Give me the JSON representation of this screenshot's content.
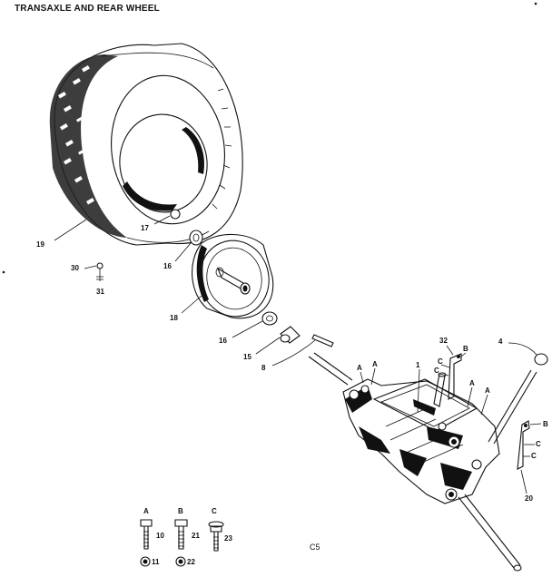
{
  "diagram": {
    "title": "TRANSAXLE AND REAR WHEEL",
    "footer_code": "C5",
    "callouts": {
      "tire": "19",
      "valve": "17",
      "bearing_outer": "16",
      "rim": "18",
      "bearing_inner": "16",
      "spacer": "15",
      "key": "8",
      "screw_30": "30",
      "screw_31": "31",
      "bracket_32": "32",
      "cap": "4",
      "transaxle": "1",
      "bracket_20": "20"
    },
    "letters": {
      "a1": "A",
      "a2": "A",
      "a3": "A",
      "a4": "A",
      "b1": "B",
      "b2": "B",
      "c1": "C",
      "c2": "C",
      "c3": "C",
      "c4": "C"
    },
    "hardware_legend": [
      {
        "letter": "A",
        "bolt": "10",
        "washer": "11"
      },
      {
        "letter": "B",
        "bolt": "21",
        "washer": "22"
      },
      {
        "letter": "C",
        "bolt": "23"
      }
    ]
  }
}
